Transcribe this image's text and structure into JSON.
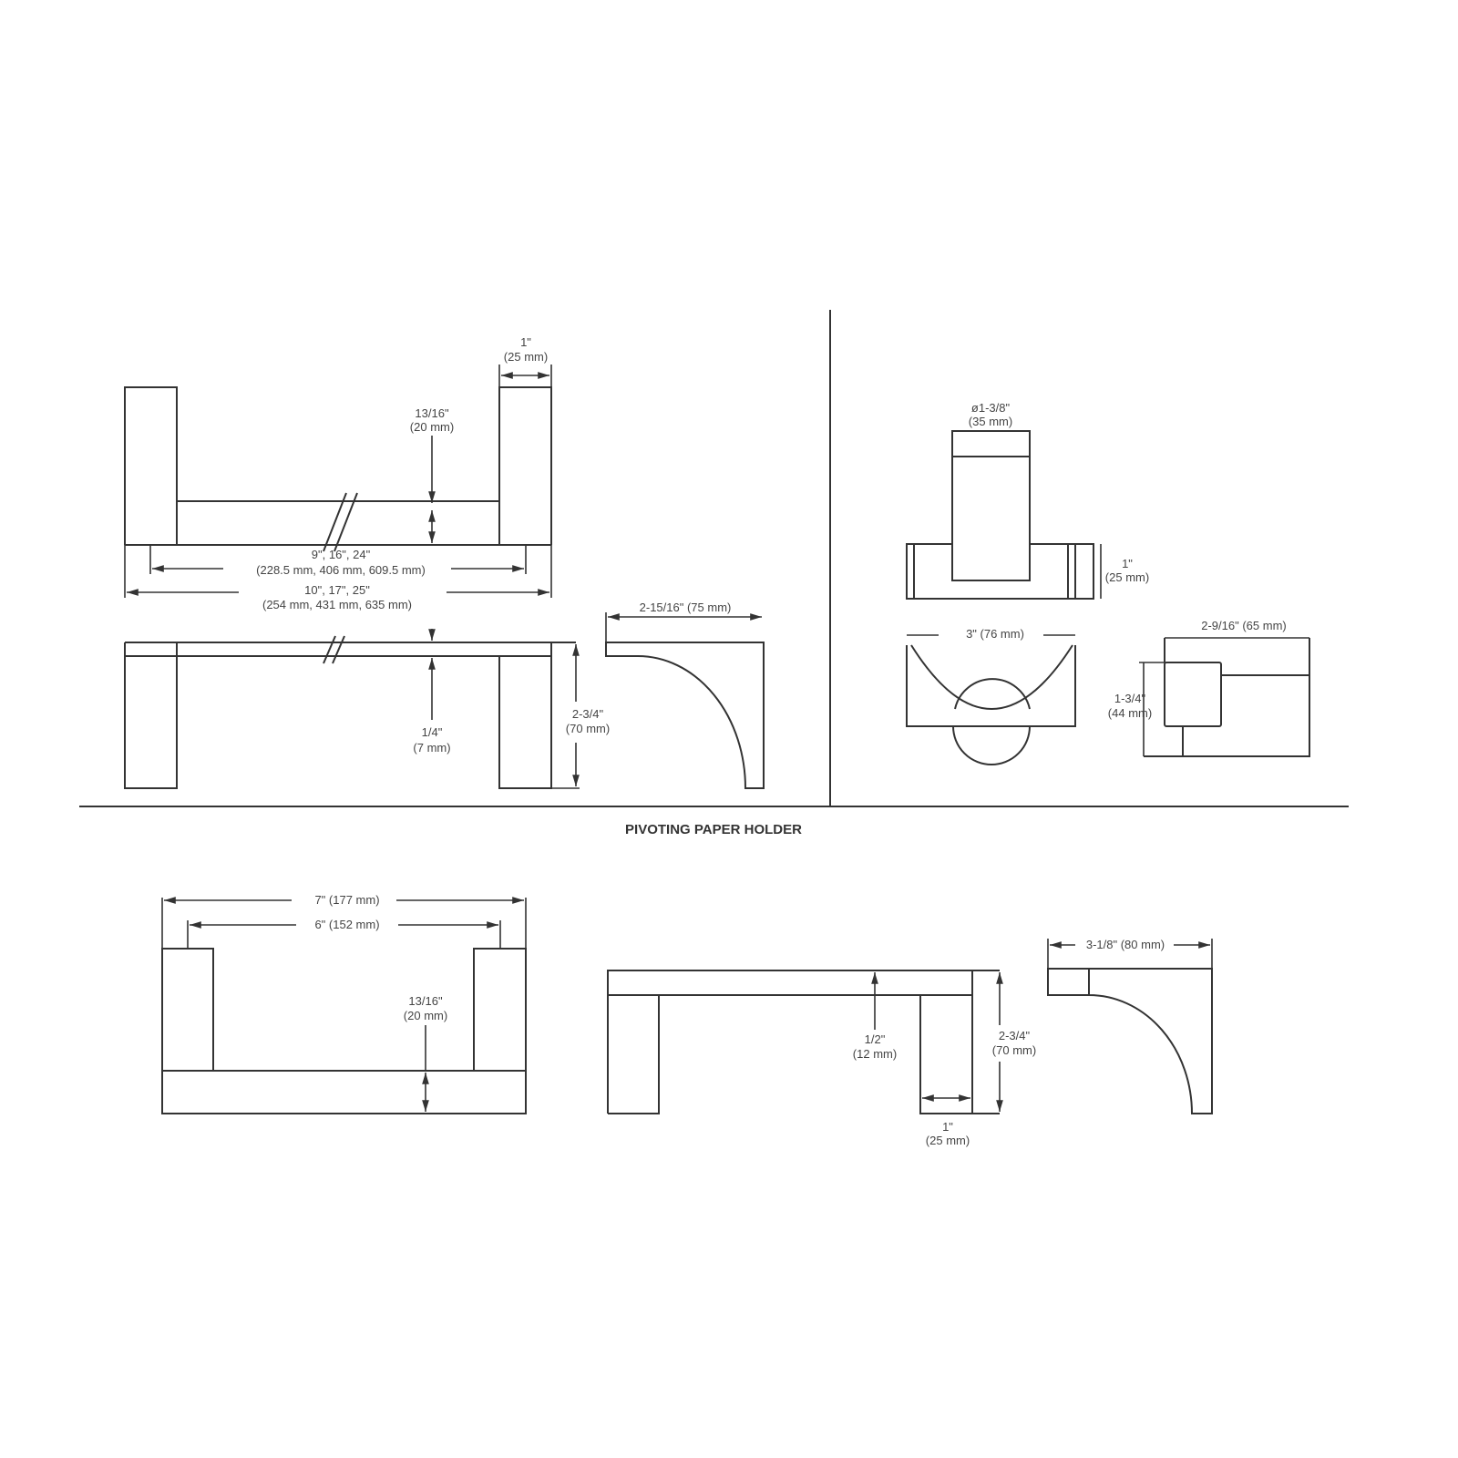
{
  "towel_bar": {
    "post_width": [
      "1\"",
      "(25 mm)"
    ],
    "bar_height": [
      "13/16\"",
      "(20 mm)"
    ],
    "center_length": [
      "9\", 16\", 24\"",
      "(228.5 mm, 406 mm, 609.5 mm)"
    ],
    "overall_length": [
      "10\", 17\", 25\"",
      "(254 mm, 431 mm, 635 mm)"
    ],
    "bar_thickness": [
      "1/4\"",
      "(7 mm)"
    ],
    "projection_height": [
      "2-3/4\"",
      "(70 mm)"
    ],
    "profile_depth": "2-15/16\" (75 mm)"
  },
  "robe_hook": {
    "diameter": [
      "ø1-3/8\"",
      "(35 mm)"
    ],
    "base_height": [
      "1\"",
      "(25 mm)"
    ],
    "width": "3\" (76 mm)",
    "projection": "2-9/16\" (65 mm)",
    "height": [
      "1-3/4\"",
      "(44 mm)"
    ]
  },
  "paper_holder": {
    "title": "PIVOTING PAPER HOLDER",
    "overall_width": "7\" (177 mm)",
    "center_width": "6\" (152 mm)",
    "bar_height": [
      "13/16\"",
      "(20 mm)"
    ],
    "bar_thickness": [
      "1/2\"",
      "(12 mm)"
    ],
    "projection_height": [
      "2-3/4\"",
      "(70 mm)"
    ],
    "post_width": [
      "1\"",
      "(25 mm)"
    ],
    "profile_depth": "3-1/8\" (80 mm)"
  }
}
